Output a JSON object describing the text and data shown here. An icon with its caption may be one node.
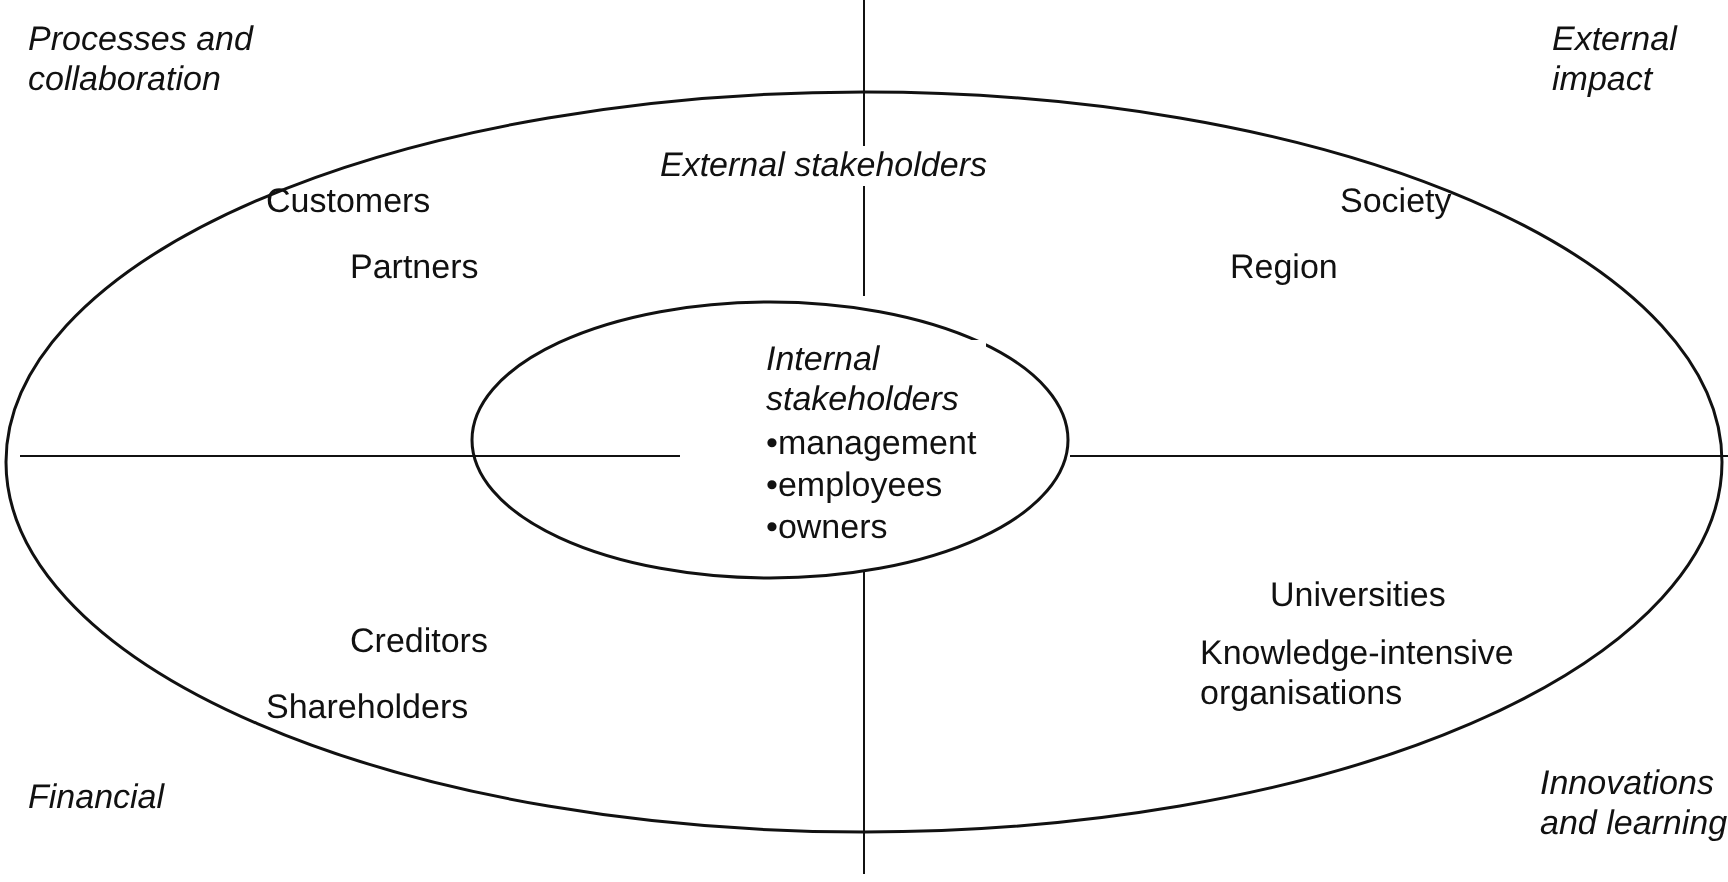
{
  "diagram": {
    "nodes": [
      {
        "text": [
          "External stakeholders"
        ]
      },
      {
        "text": [
          "Internal stakeholders",
          "•management",
          "•employees",
          "•owners"
        ],
        "in": 0
      }
    ],
    "edges": [],
    "labels": [
      "Processes and collaboration",
      "External impact",
      "Customers",
      "Society",
      "Partners",
      "Region",
      "Universities",
      "Creditors",
      "Knowledge-intensive organisations",
      "Shareholders",
      "Financial",
      "Innovations and learning"
    ]
  }
}
